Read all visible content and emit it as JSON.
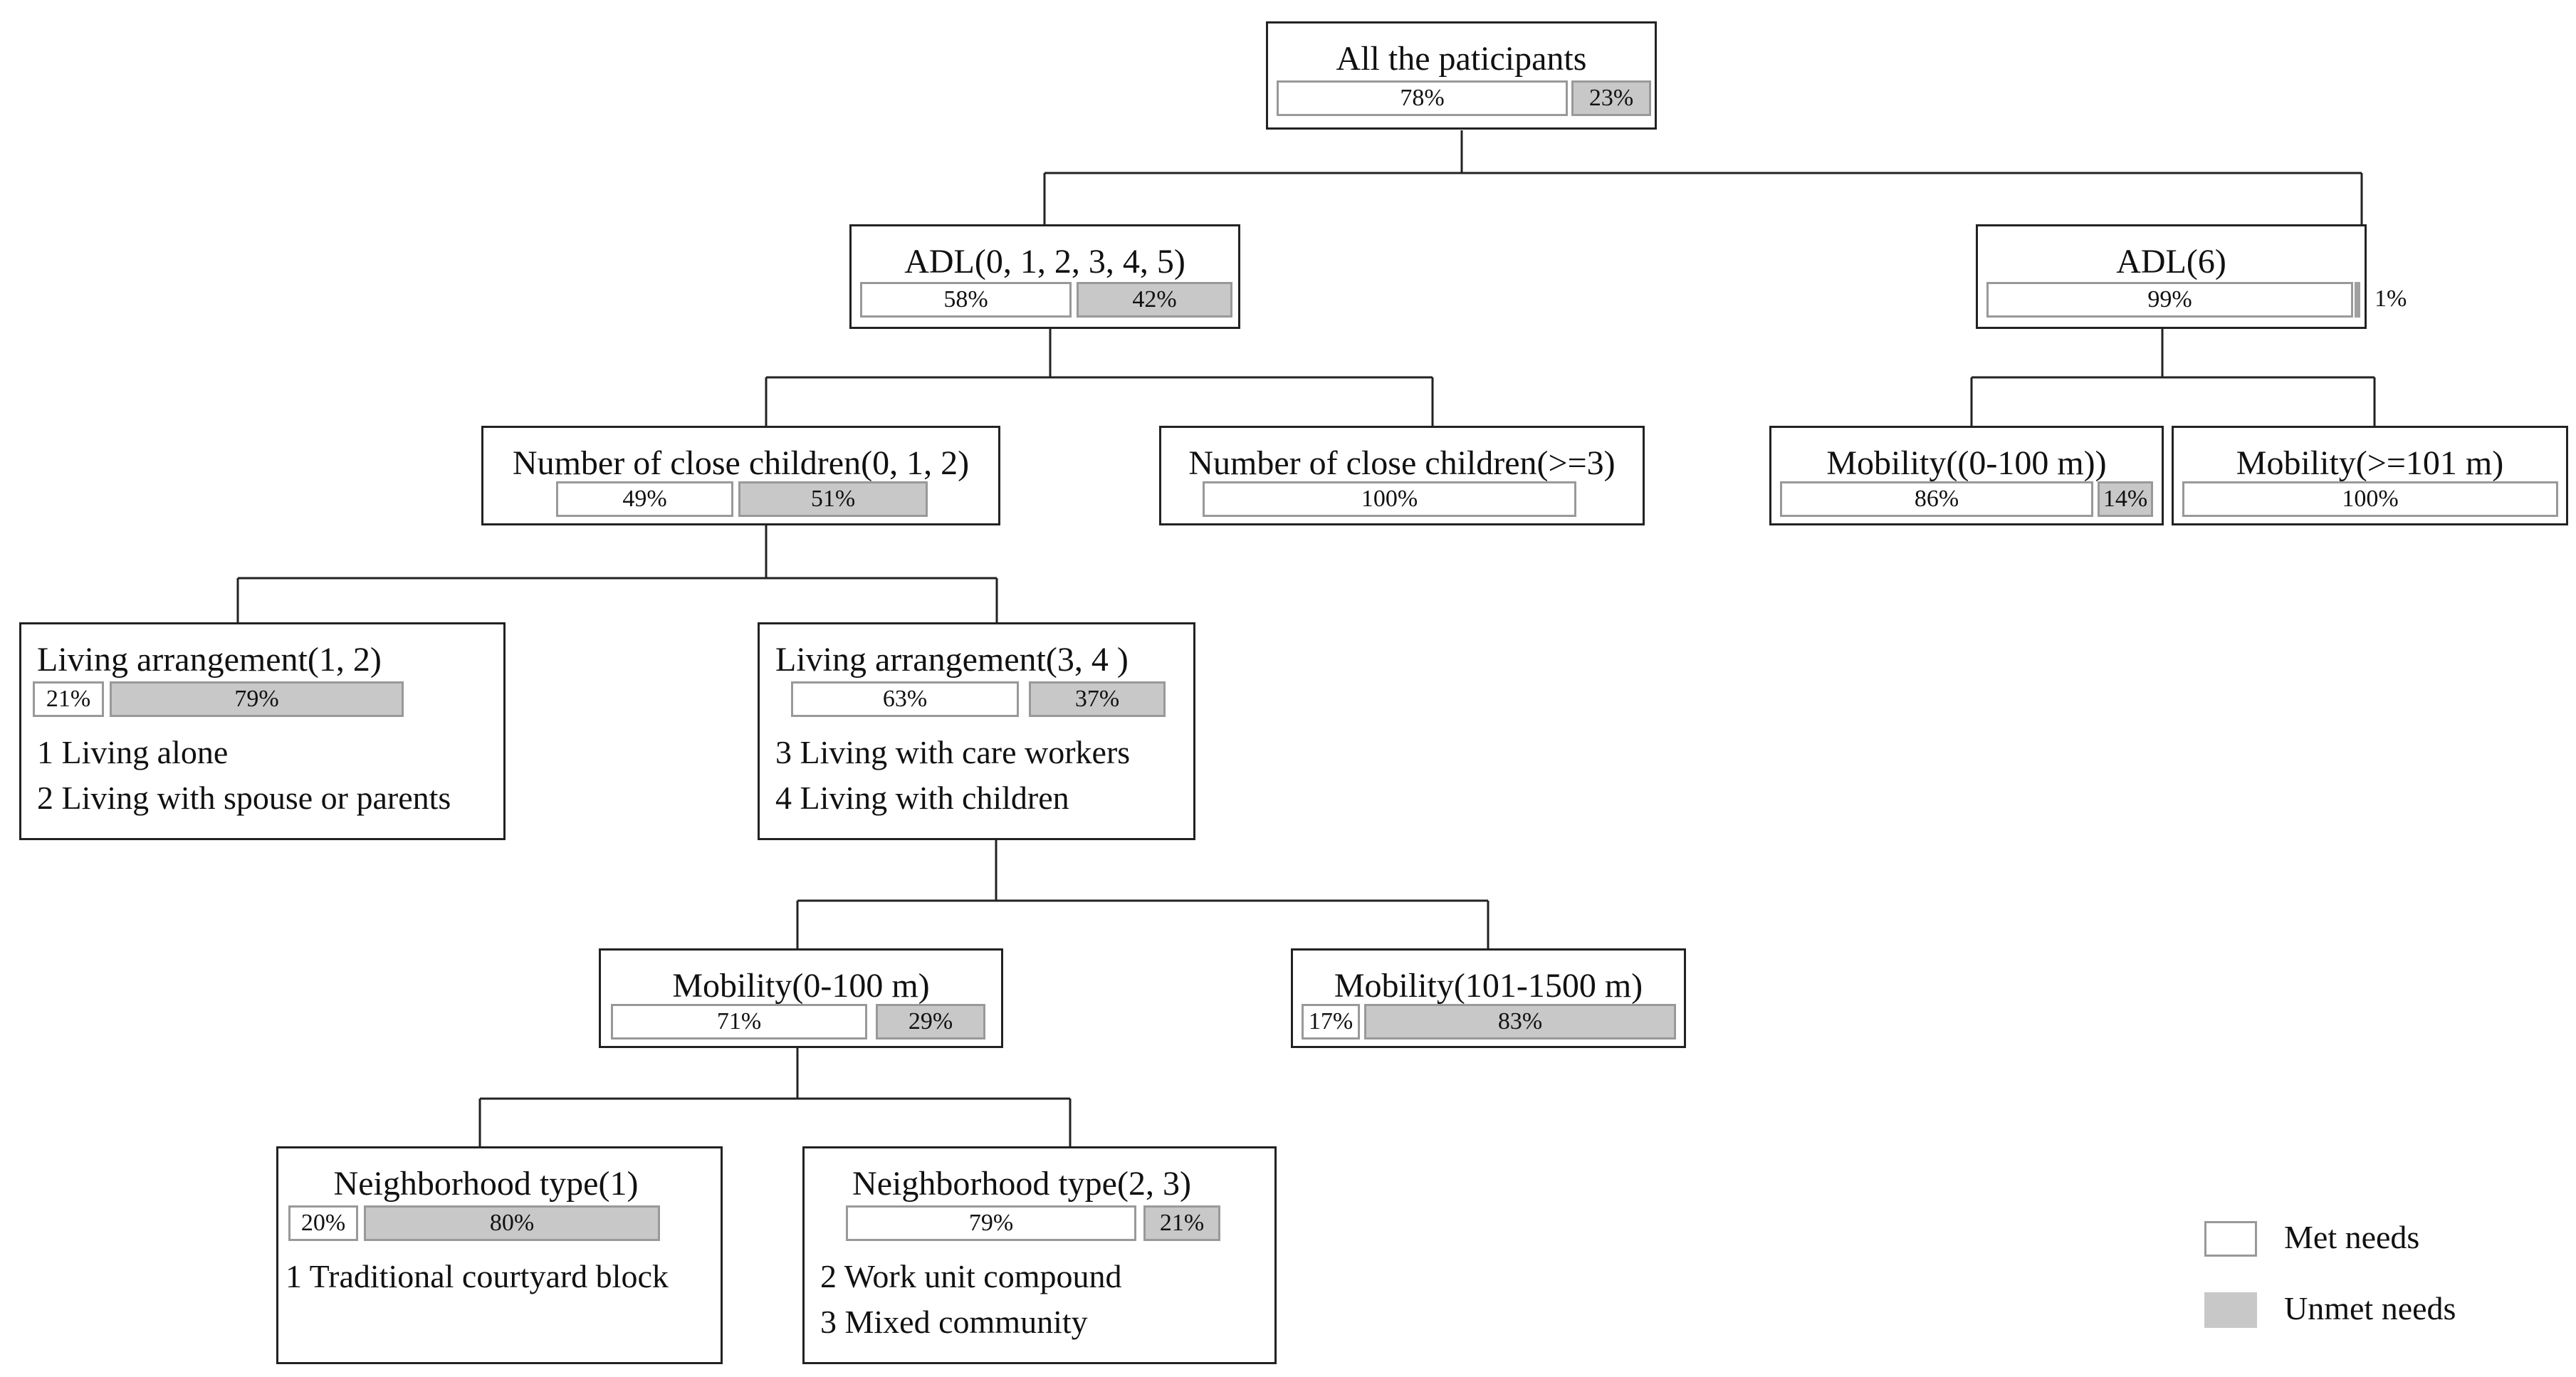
{
  "colors": {
    "met": "#ffffff",
    "unmet": "#c8c8c8",
    "border": "#222222"
  },
  "nodes": {
    "root": {
      "title": "All the paticipants",
      "met": "78%",
      "unmet": "23%"
    },
    "adl05": {
      "title": "ADL(0, 1, 2, 3, 4, 5)",
      "met": "58%",
      "unmet": "42%"
    },
    "adl6": {
      "title": "ADL(6)",
      "met": "99%",
      "unmet": "1%"
    },
    "children012": {
      "title": "Number of close children(0, 1, 2)",
      "met": "49%",
      "unmet": "51%"
    },
    "children3": {
      "title": "Number of close children(>=3)",
      "met": "100%"
    },
    "mob100": {
      "title": "Mobility((0-100 m))",
      "met": "86%",
      "unmet": "14%"
    },
    "mob101": {
      "title": "Mobility(>=101 m)",
      "met": "100%"
    },
    "living12": {
      "title": "Living arrangement(1, 2)",
      "met": "21%",
      "unmet": "79%",
      "notes": [
        "1 Living alone",
        "2 Living with spouse or parents"
      ]
    },
    "living34": {
      "title": "Living arrangement(3, 4 )",
      "met": "63%",
      "unmet": "37%",
      "notes": [
        "3 Living with care workers",
        "4 Living with children"
      ]
    },
    "mobA": {
      "title": "Mobility(0-100 m)",
      "met": "71%",
      "unmet": "29%"
    },
    "mobB": {
      "title": "Mobility(101-1500 m)",
      "met": "17%",
      "unmet": "83%"
    },
    "nb1": {
      "title": "Neighborhood type(1)",
      "met": "20%",
      "unmet": "80%",
      "notes": [
        "1 Traditional courtyard block"
      ]
    },
    "nb23": {
      "title": "Neighborhood type(2, 3)",
      "met": "79%",
      "unmet": "21%",
      "notes": [
        "2 Work unit compound",
        "3 Mixed community"
      ]
    }
  },
  "legend": {
    "met": "Met needs",
    "unmet": "Unmet needs"
  }
}
